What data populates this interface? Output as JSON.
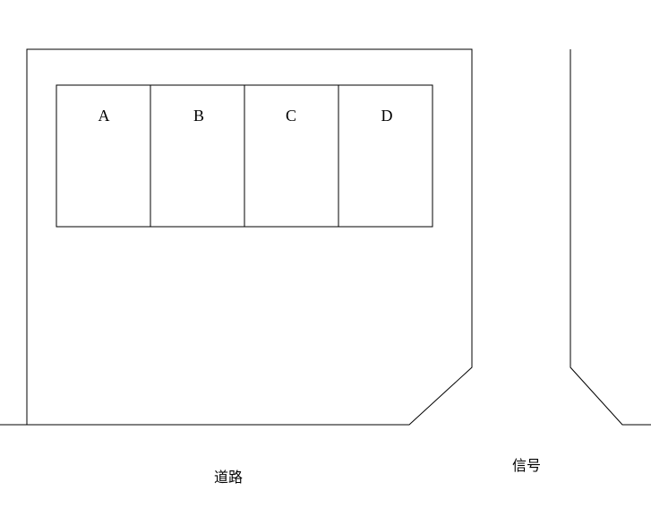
{
  "parking_spaces": [
    {
      "label": "A"
    },
    {
      "label": "B"
    },
    {
      "label": "C"
    },
    {
      "label": "D"
    }
  ],
  "road_label": "道路",
  "signal_label": "信号",
  "line_color": "#000000"
}
